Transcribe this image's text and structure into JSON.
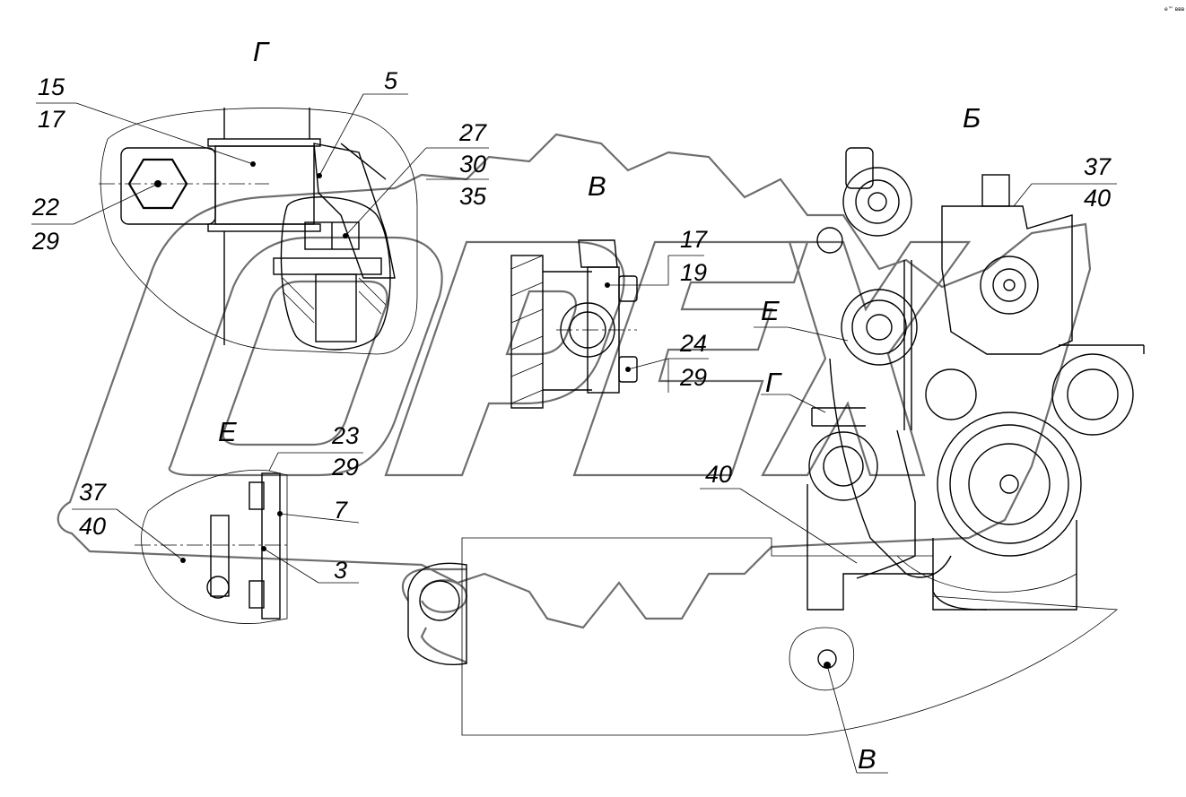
{
  "corner_mark": "е™ ввв",
  "views": {
    "g_title": "Г",
    "v_title": "В",
    "e_title": "Е",
    "b_title": "Б",
    "e_ref": "Е",
    "g_ref": "Г",
    "v_ref": "В"
  },
  "callouts": {
    "c15": "15",
    "c17a": "17",
    "c5": "5",
    "c27": "27",
    "c30": "30",
    "c35": "35",
    "c22": "22",
    "c29a": "29",
    "c17b": "17",
    "c19": "19",
    "c24": "24",
    "c29b": "29",
    "c37a": "37",
    "c40a": "40",
    "c23": "23",
    "c29c": "29",
    "c37b": "37",
    "c40b": "40",
    "c7": "7",
    "c3": "3",
    "c40c": "40"
  },
  "watermark": {
    "brand": "OPEX",
    "color": "#6e6e6e"
  }
}
